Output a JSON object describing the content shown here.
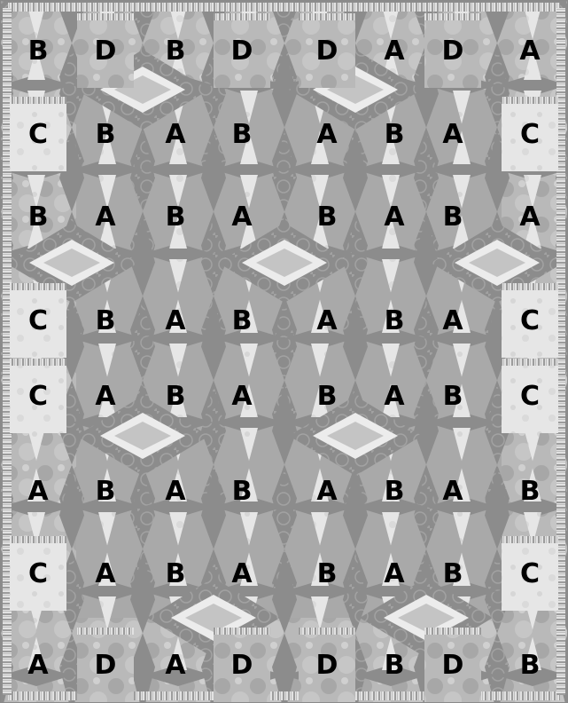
{
  "quilt": {
    "colors": {
      "background": "#cfcfcf",
      "dark_fabric": "#8c8c8c",
      "mid_fabric": "#a9a9a9",
      "light_fabric": "#ececec",
      "diamond_center": "#c4c4c4",
      "label": "#000000"
    },
    "rows": [
      [
        "B",
        "D",
        "B",
        "D",
        "D",
        "A",
        "D",
        "A"
      ],
      [
        "C",
        "B",
        "A",
        "B",
        "A",
        "B",
        "A",
        "C"
      ],
      [
        "B",
        "A",
        "B",
        "A",
        "B",
        "A",
        "B",
        "A"
      ],
      [
        "C",
        "B",
        "A",
        "B",
        "A",
        "B",
        "A",
        "C"
      ],
      [
        "C",
        "A",
        "B",
        "A",
        "B",
        "A",
        "B",
        "C"
      ],
      [
        "A",
        "B",
        "A",
        "B",
        "A",
        "B",
        "A",
        "B"
      ],
      [
        "C",
        "A",
        "B",
        "A",
        "B",
        "A",
        "B",
        "C"
      ],
      [
        "A",
        "D",
        "A",
        "D",
        "D",
        "B",
        "D",
        "B"
      ]
    ]
  }
}
